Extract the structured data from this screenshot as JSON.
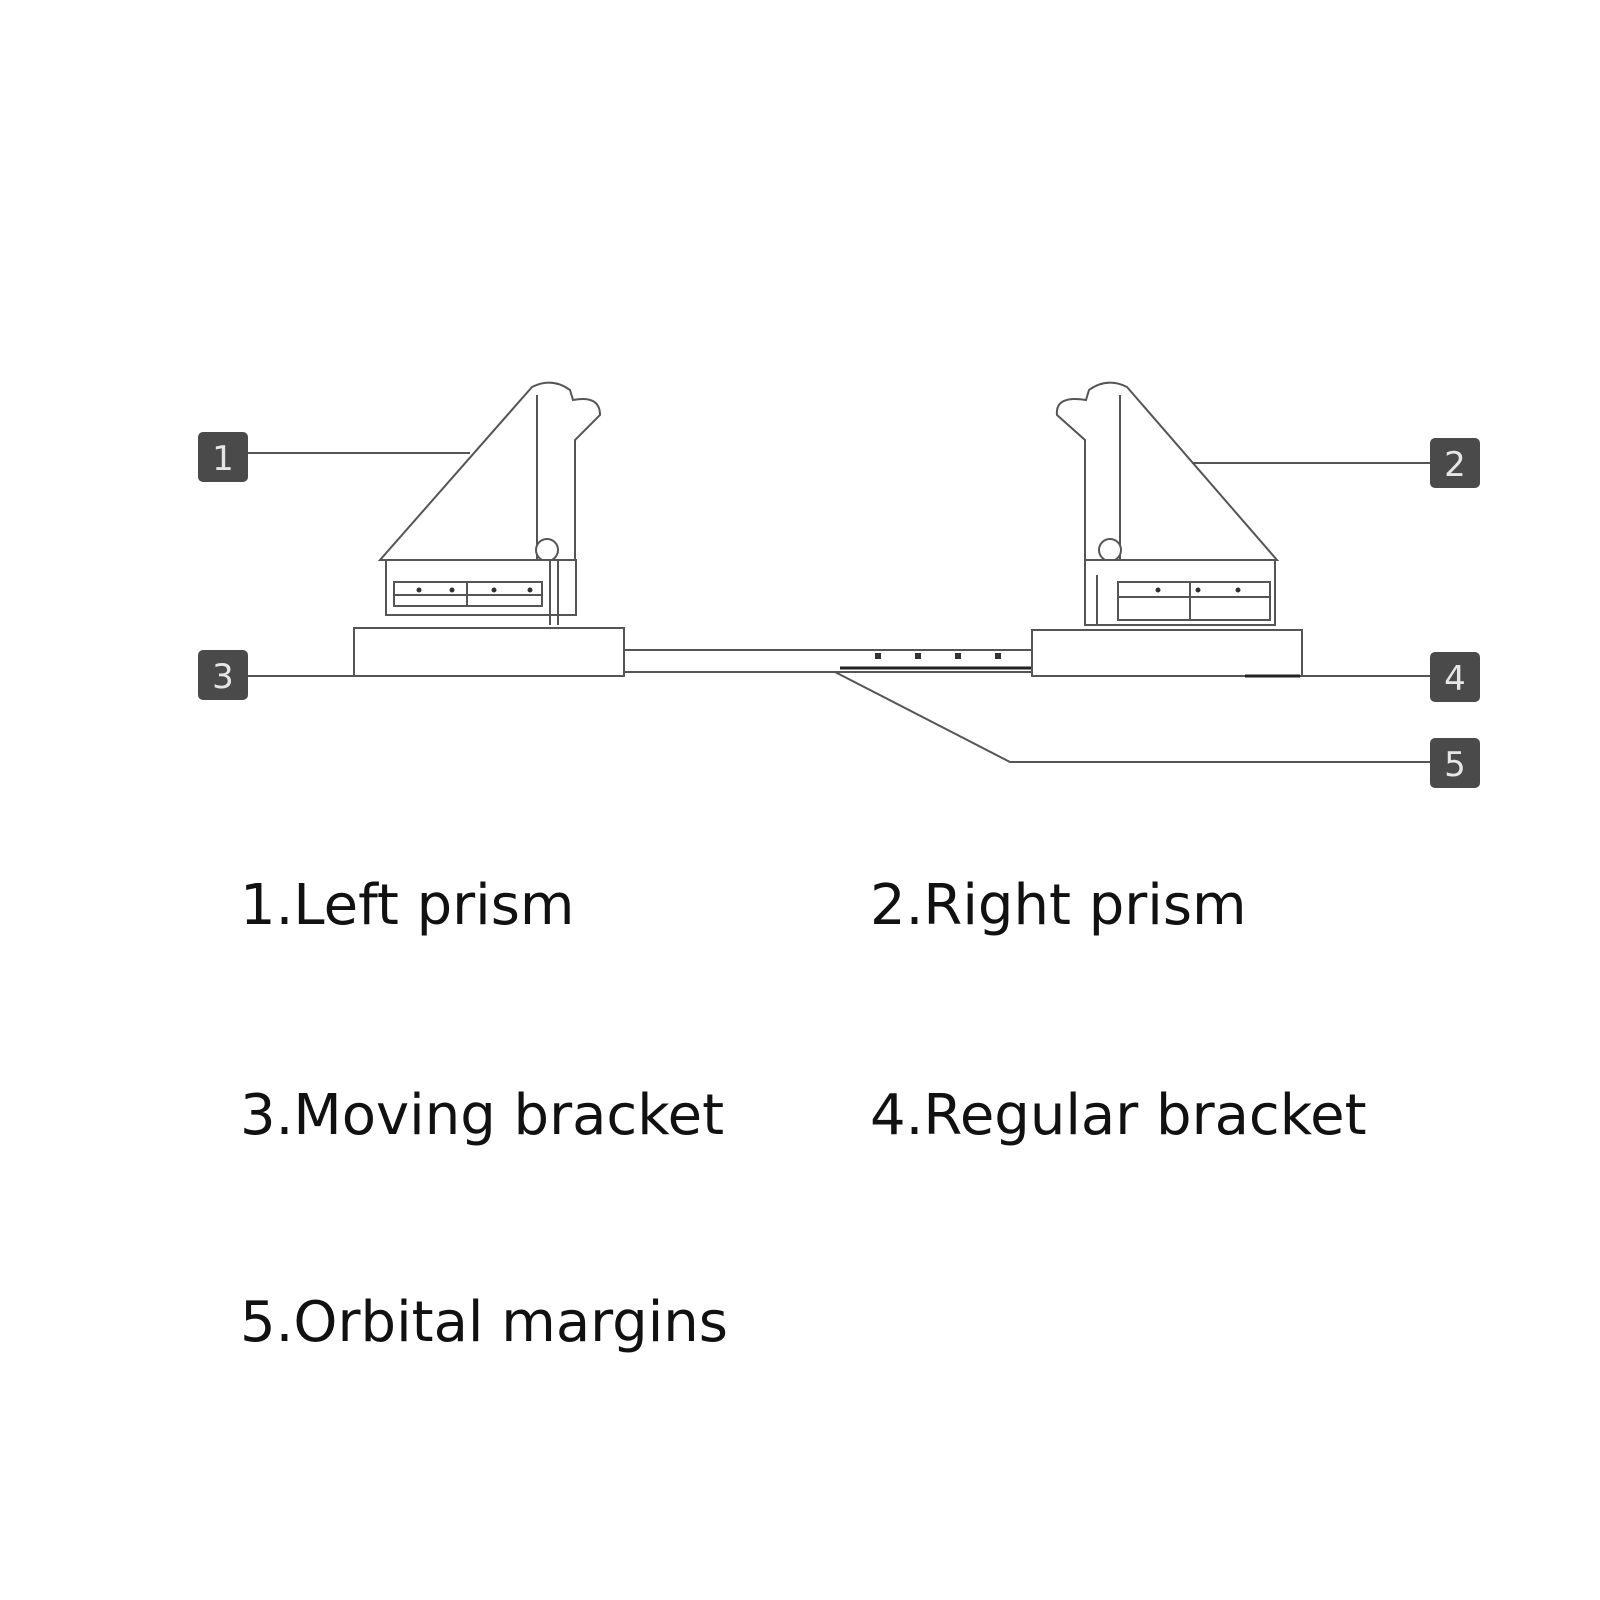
{
  "callouts": [
    {
      "number": "1"
    },
    {
      "number": "2"
    },
    {
      "number": "3"
    },
    {
      "number": "4"
    },
    {
      "number": "5"
    }
  ],
  "legend": [
    {
      "text": "1.Left prism"
    },
    {
      "text": "2.Right prism"
    },
    {
      "text": "3.Moving bracket"
    },
    {
      "text": "4.Regular bracket"
    },
    {
      "text": "5.Orbital margins"
    }
  ],
  "colors": {
    "line": "#555555",
    "badge": "#4a4a4a",
    "badge_text": "#e6e6e6",
    "text": "#111111"
  }
}
